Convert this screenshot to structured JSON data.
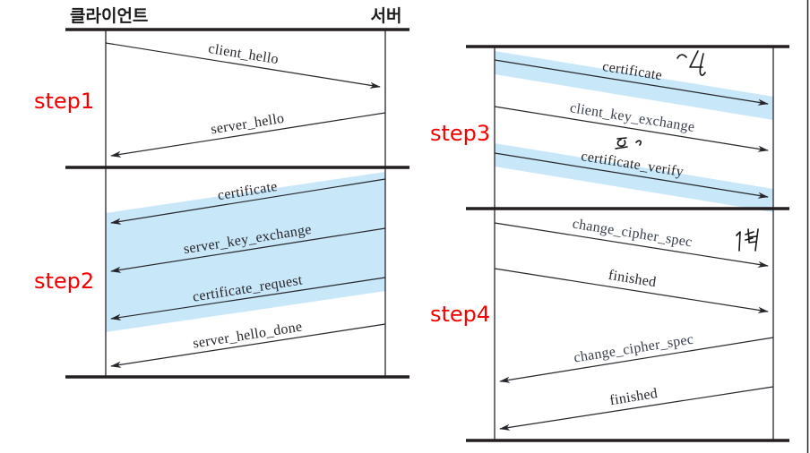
{
  "actors": {
    "client": "클라이언트",
    "server": "서버"
  },
  "colors": {
    "highlight": "#c8e7f9",
    "step_label": "#f40000",
    "line": "#231f20",
    "message_text": "#26262c"
  },
  "steps": [
    {
      "label": "step1",
      "messages": [
        {
          "text": "client_hello",
          "direction": "client-to-server",
          "highlighted": false
        },
        {
          "text": "server_hello",
          "direction": "server-to-client",
          "highlighted": false
        }
      ]
    },
    {
      "label": "step2",
      "messages": [
        {
          "text": "certificate",
          "direction": "server-to-client",
          "highlighted": true
        },
        {
          "text": "server_key_exchange",
          "direction": "server-to-client",
          "highlighted": true
        },
        {
          "text": "certificate_request",
          "direction": "server-to-client",
          "highlighted": true
        },
        {
          "text": "server_hello_done",
          "direction": "server-to-client",
          "highlighted": false
        }
      ]
    },
    {
      "label": "step3",
      "messages": [
        {
          "text": "certificate",
          "direction": "client-to-server",
          "highlighted": true
        },
        {
          "text": "client_key_exchange",
          "direction": "client-to-server",
          "highlighted": false
        },
        {
          "text": "certificate_verify",
          "direction": "client-to-server",
          "highlighted": true
        }
      ]
    },
    {
      "label": "step4",
      "messages": [
        {
          "text": "change_cipher_spec",
          "direction": "client-to-server",
          "highlighted": false
        },
        {
          "text": "finished",
          "direction": "client-to-server",
          "highlighted": false
        },
        {
          "text": "change_cipher_spec",
          "direction": "server-to-client",
          "highlighted": false
        },
        {
          "text": "finished",
          "direction": "server-to-client",
          "highlighted": false
        }
      ]
    }
  ],
  "annotations": [
    {
      "text": "~4 (handwritten note above step3 certificate)"
    },
    {
      "text": "읻- (handwritten note above certificate_verify)"
    },
    {
      "text": "1켜 (handwritten note beside step4 change_cipher_spec)"
    }
  ]
}
